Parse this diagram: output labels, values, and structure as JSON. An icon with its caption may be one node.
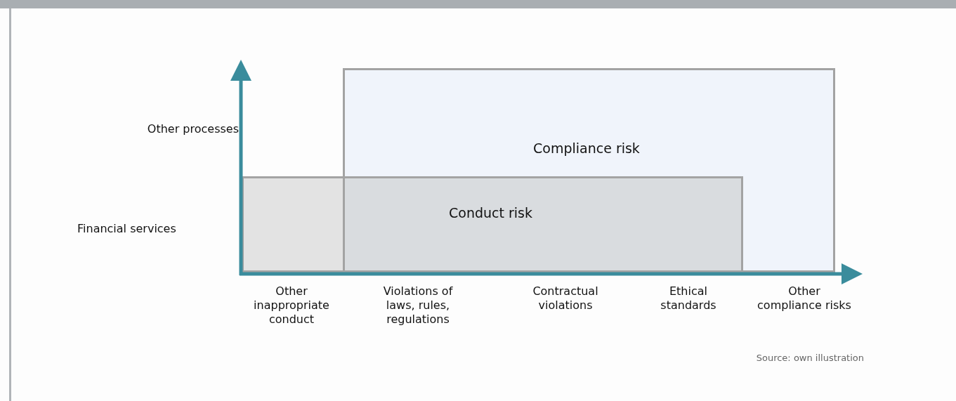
{
  "diagram": {
    "nodes": [
      {
        "text": [
          "Compliance risk"
        ]
      },
      {
        "text": [
          "Conduct risk"
        ],
        "in": 0
      },
      {
        "text": [],
        "shape": "box"
      }
    ],
    "edges": [],
    "labels": [
      "Other processes",
      "Financial services",
      "Other inappropriate conduct",
      "Violations of laws, rules, regulations",
      "Contractual violations",
      "Ethical standards",
      "Other compliance risks",
      "Source: own illustration"
    ]
  }
}
